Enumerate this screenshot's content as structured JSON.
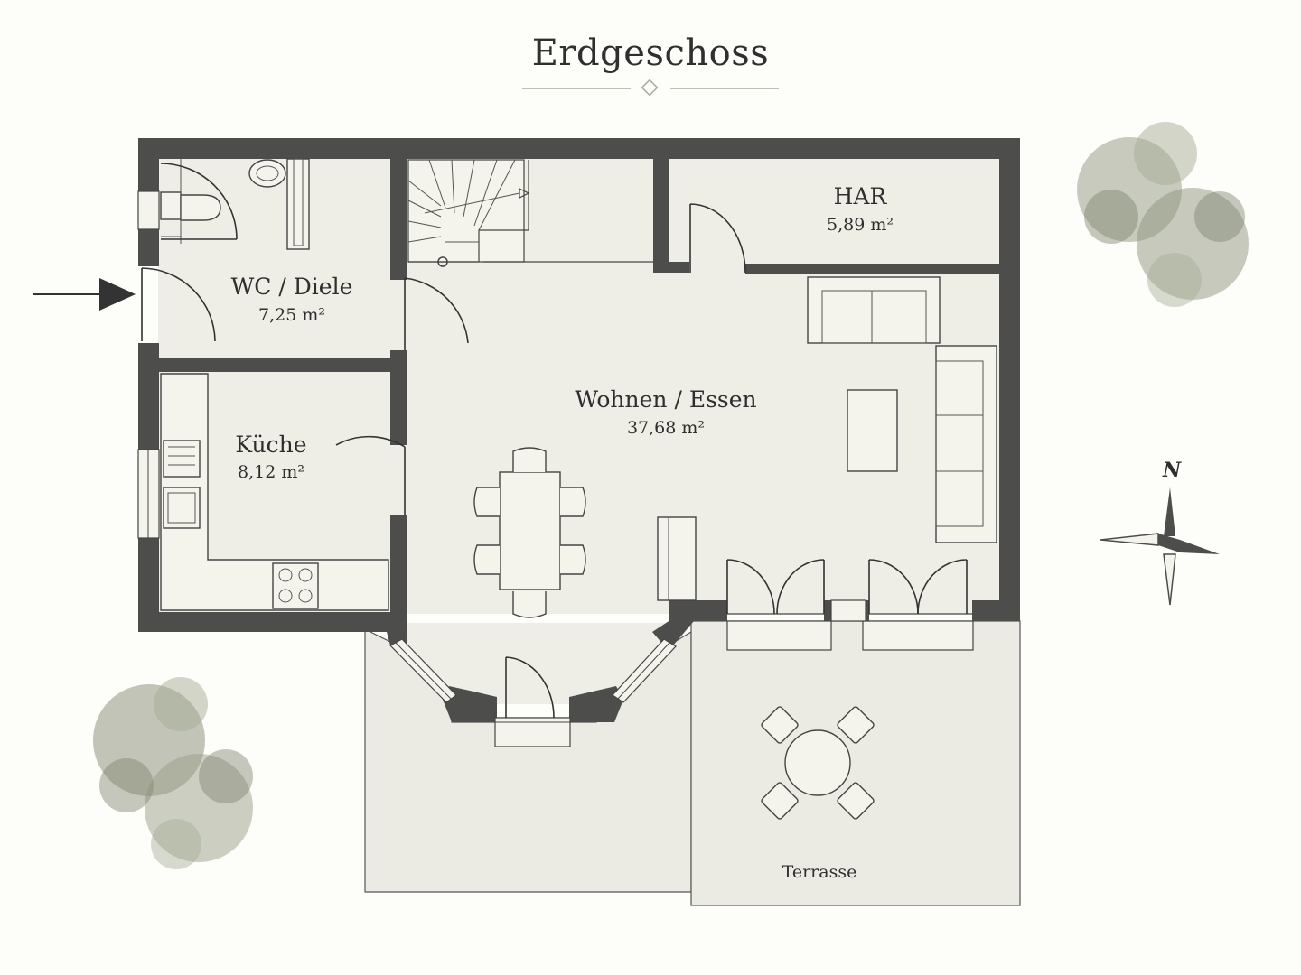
{
  "plan": {
    "title": "Erdgeschoss",
    "rooms": [
      {
        "name": "WC / Diele",
        "area": "7,25 m²"
      },
      {
        "name": "HAR",
        "area": "5,89 m²"
      },
      {
        "name": "Küche",
        "area": "8,12 m²"
      },
      {
        "name": "Wohnen / Essen",
        "area": "37,68 m²"
      }
    ],
    "terrace_label": "Terrasse",
    "compass": {
      "label": "N"
    }
  },
  "colors": {
    "wall": "#4d4d4b",
    "floor": "#efeee6",
    "accent_line": "#a9ad9b",
    "tree": "#7d8469",
    "background": "#fdfdfa"
  },
  "icons": [
    "entrance-arrow-icon",
    "north-compass-icon",
    "tree-icon",
    "staircase-icon",
    "toilet-icon",
    "sink-icon",
    "stove-icon"
  ]
}
